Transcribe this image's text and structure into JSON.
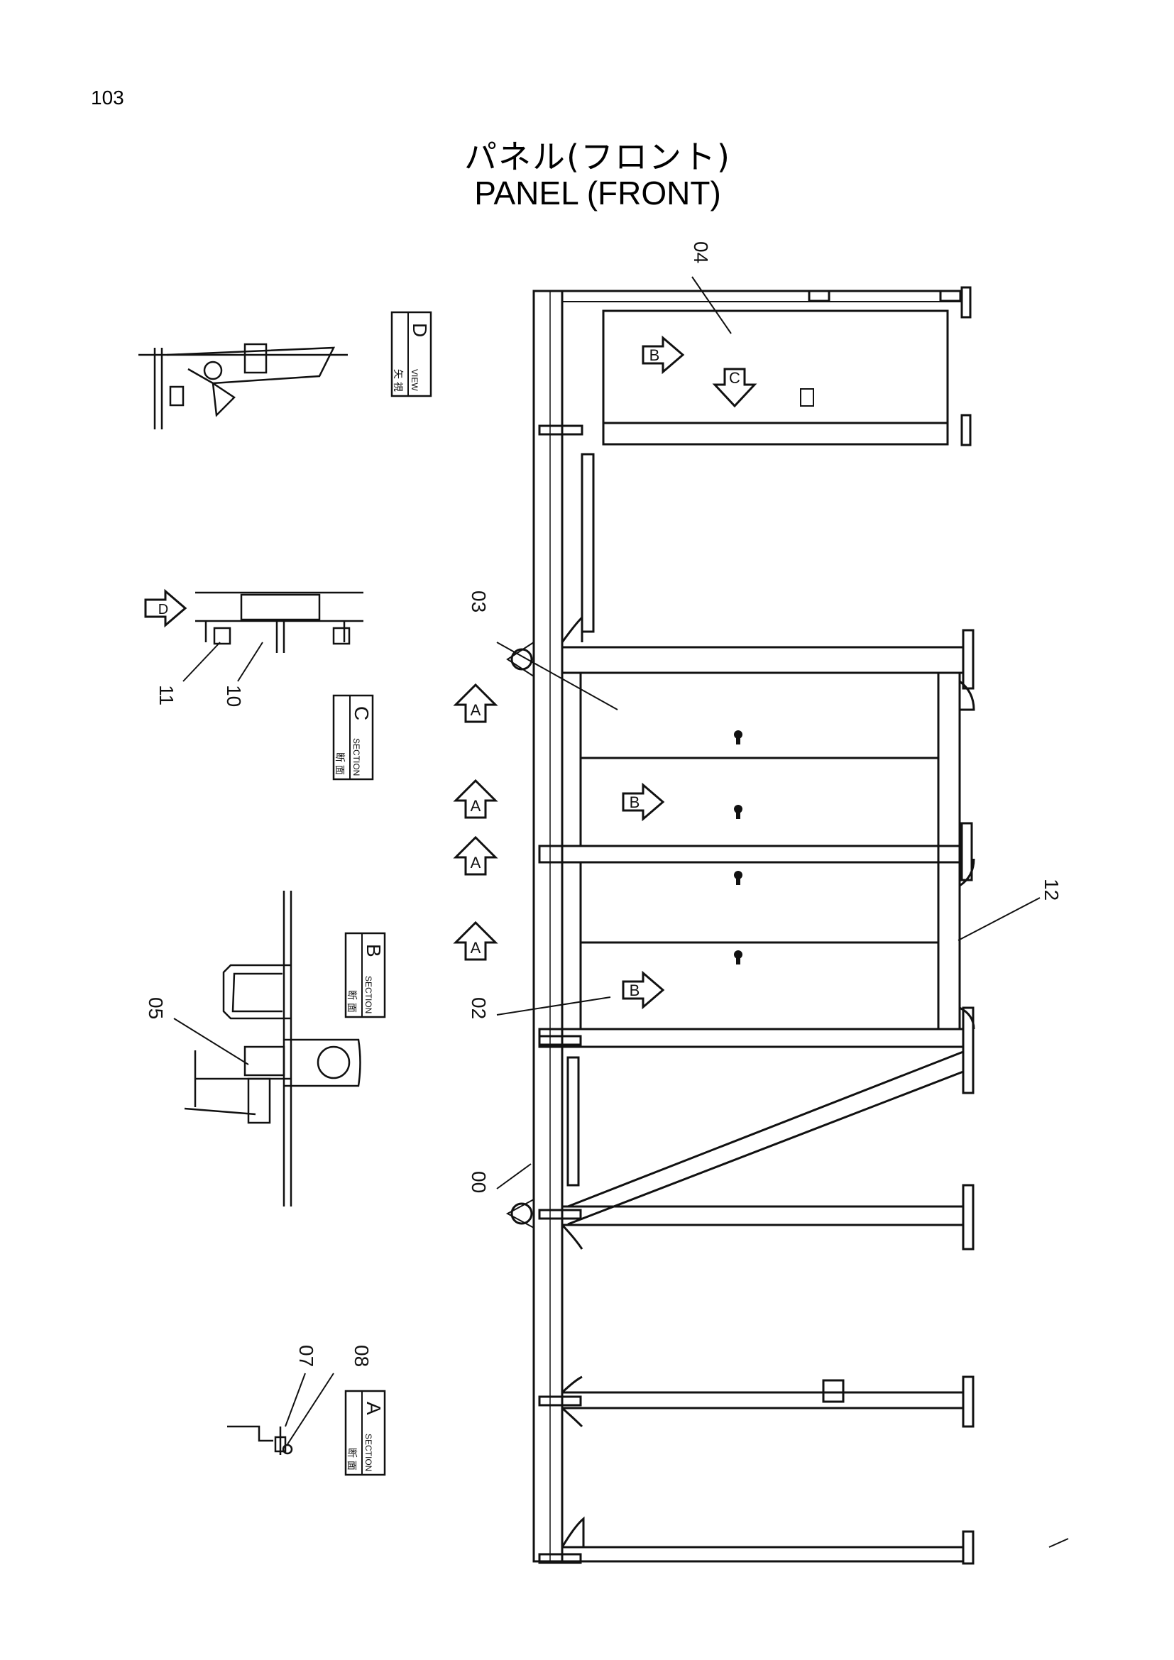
{
  "page_number": "103",
  "title": {
    "japanese": "パネル(フロント)",
    "english": "PANEL (FRONT)"
  },
  "callouts": [
    {
      "id": "00",
      "text": "00"
    },
    {
      "id": "02",
      "text": "02"
    },
    {
      "id": "03",
      "text": "03"
    },
    {
      "id": "04",
      "text": "04"
    },
    {
      "id": "05",
      "text": "05"
    },
    {
      "id": "07",
      "text": "07"
    },
    {
      "id": "08",
      "text": "08"
    },
    {
      "id": "10",
      "text": "10"
    },
    {
      "id": "11",
      "text": "11"
    },
    {
      "id": "12",
      "text": "12"
    }
  ],
  "view_boxes": {
    "view_d": {
      "jp": "矢 視",
      "en": "VIEW",
      "letter": "D"
    },
    "section_c": {
      "jp": "断 面",
      "en": "SECTION",
      "letter": "C"
    },
    "section_b": {
      "jp": "断 面",
      "en": "SECTION",
      "letter": "B"
    },
    "section_a": {
      "jp": "断 面",
      "en": "SECTION",
      "letter": "A"
    }
  },
  "arrow_letters": {
    "a": "A",
    "b": "B",
    "c": "C",
    "d": "D"
  },
  "colors": {
    "ink": "#111111",
    "paper": "#ffffff"
  }
}
